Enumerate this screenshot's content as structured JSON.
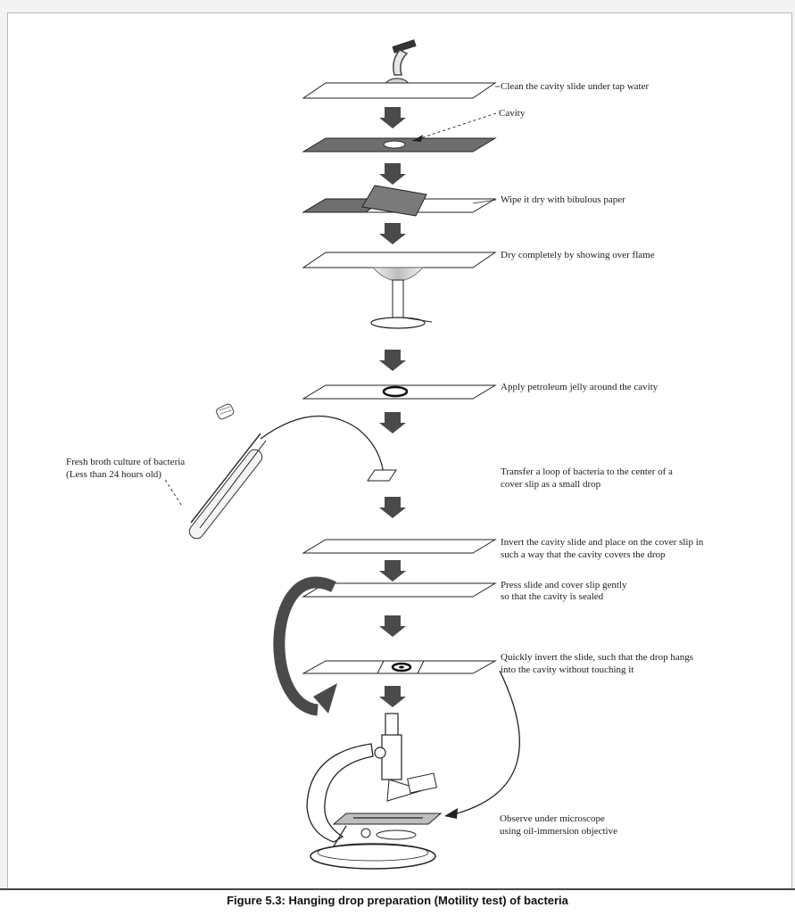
{
  "figure": {
    "caption": "Figure 5.3: Hanging drop preparation (Motility test) of bacteria"
  },
  "steps": [
    {
      "id": "s1",
      "label": "Clean the cavity slide under tap water"
    },
    {
      "id": "s2",
      "label": "Wipe it dry with bibulous paper"
    },
    {
      "id": "s3",
      "label": "Dry completely by showing over flame"
    },
    {
      "id": "s4",
      "label": "Apply petroleum jelly around the cavity"
    },
    {
      "id": "s5",
      "label": "Transfer a loop of bacteria to the center of a",
      "label2": "cover slip as a small drop"
    },
    {
      "id": "s6",
      "label": "Invert the cavity slide and place on the cover slip in",
      "label2": "such a way that the cavity covers the drop"
    },
    {
      "id": "s7",
      "label": "Press slide and cover slip gently",
      "label2": "so that the cavity is sealed"
    },
    {
      "id": "s8",
      "label": "Quickly invert the slide, such that the drop hangs",
      "label2": "into the cavity without touching it"
    },
    {
      "id": "s9",
      "label": "Observe under microscope",
      "label2": "using oil-immersion objective"
    }
  ],
  "annotations": {
    "cavity": "Cavity",
    "culture": "Fresh broth culture of bacteria",
    "culture2": "(Less than 24 hours old)"
  },
  "colors": {
    "arrow": "#4a4a4a",
    "slide_dark": "#6e6e6e",
    "line": "#222222"
  }
}
